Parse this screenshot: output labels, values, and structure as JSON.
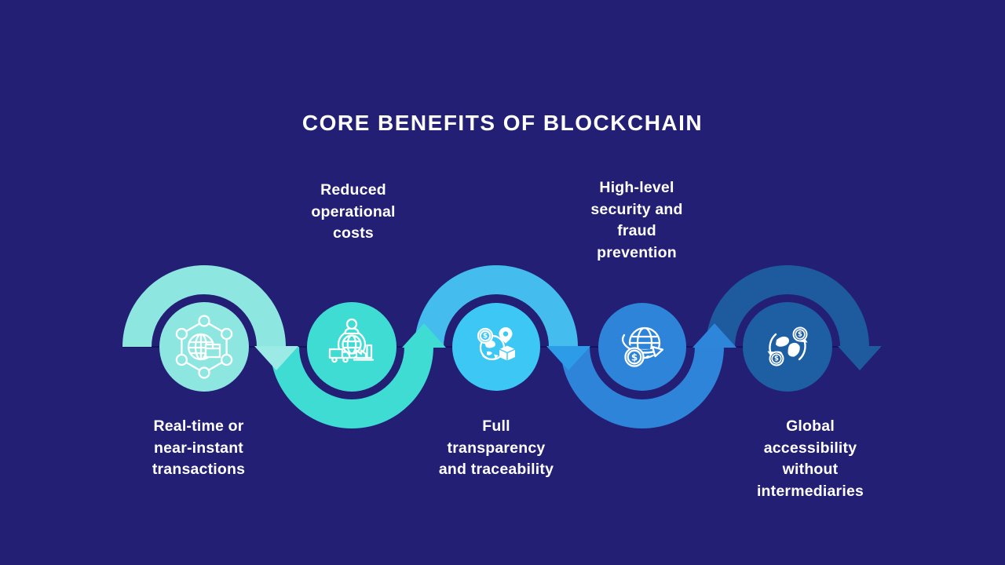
{
  "title": "CORE BENEFITS OF BLOCKCHAIN",
  "colors": {
    "background": "#221F75",
    "baseline": "#16135E",
    "icon_stroke": "#FFFFFF",
    "title_text": "#FFFFFF",
    "label_text": "#FFFFFF"
  },
  "steps": [
    {
      "label": "Real-time or\nnear-instant\ntransactions",
      "label_position": "below",
      "icon": "blockchain-network-icon",
      "circle_color": "#8EE6E1",
      "arc_color": "#8EE6E1",
      "arrow_color": "#9BEAE5",
      "arrow_direction": "down"
    },
    {
      "label": "Reduced\noperational\ncosts",
      "label_position": "above",
      "icon": "supply-chain-icon",
      "circle_color": "#3EDCD2",
      "arc_color": "#3EDCD2",
      "arrow_color": "#3EDCD2",
      "arrow_direction": "up"
    },
    {
      "label": "Full\ntransparency\nand traceability",
      "label_position": "below",
      "icon": "traceability-icon",
      "circle_color": "#3DC7F4",
      "arc_color": "#45BCEE",
      "arrow_color": "#2C9BE8",
      "arrow_direction": "down"
    },
    {
      "label": "High-level\nsecurity and\nfraud\nprevention",
      "label_position": "above",
      "icon": "secure-global-transfer-icon",
      "circle_color": "#2E84D9",
      "arc_color": "#2E84D9",
      "arrow_color": "#2E86DB",
      "arrow_direction": "up"
    },
    {
      "label": "Global\naccessibility\nwithout\nintermediaries",
      "label_position": "below",
      "icon": "global-currency-icon",
      "circle_color": "#1E5EA3",
      "arc_color": "#1D5B9E",
      "arrow_color": "#1D5B9E",
      "arrow_direction": "down"
    }
  ],
  "coin_symbol": "$"
}
